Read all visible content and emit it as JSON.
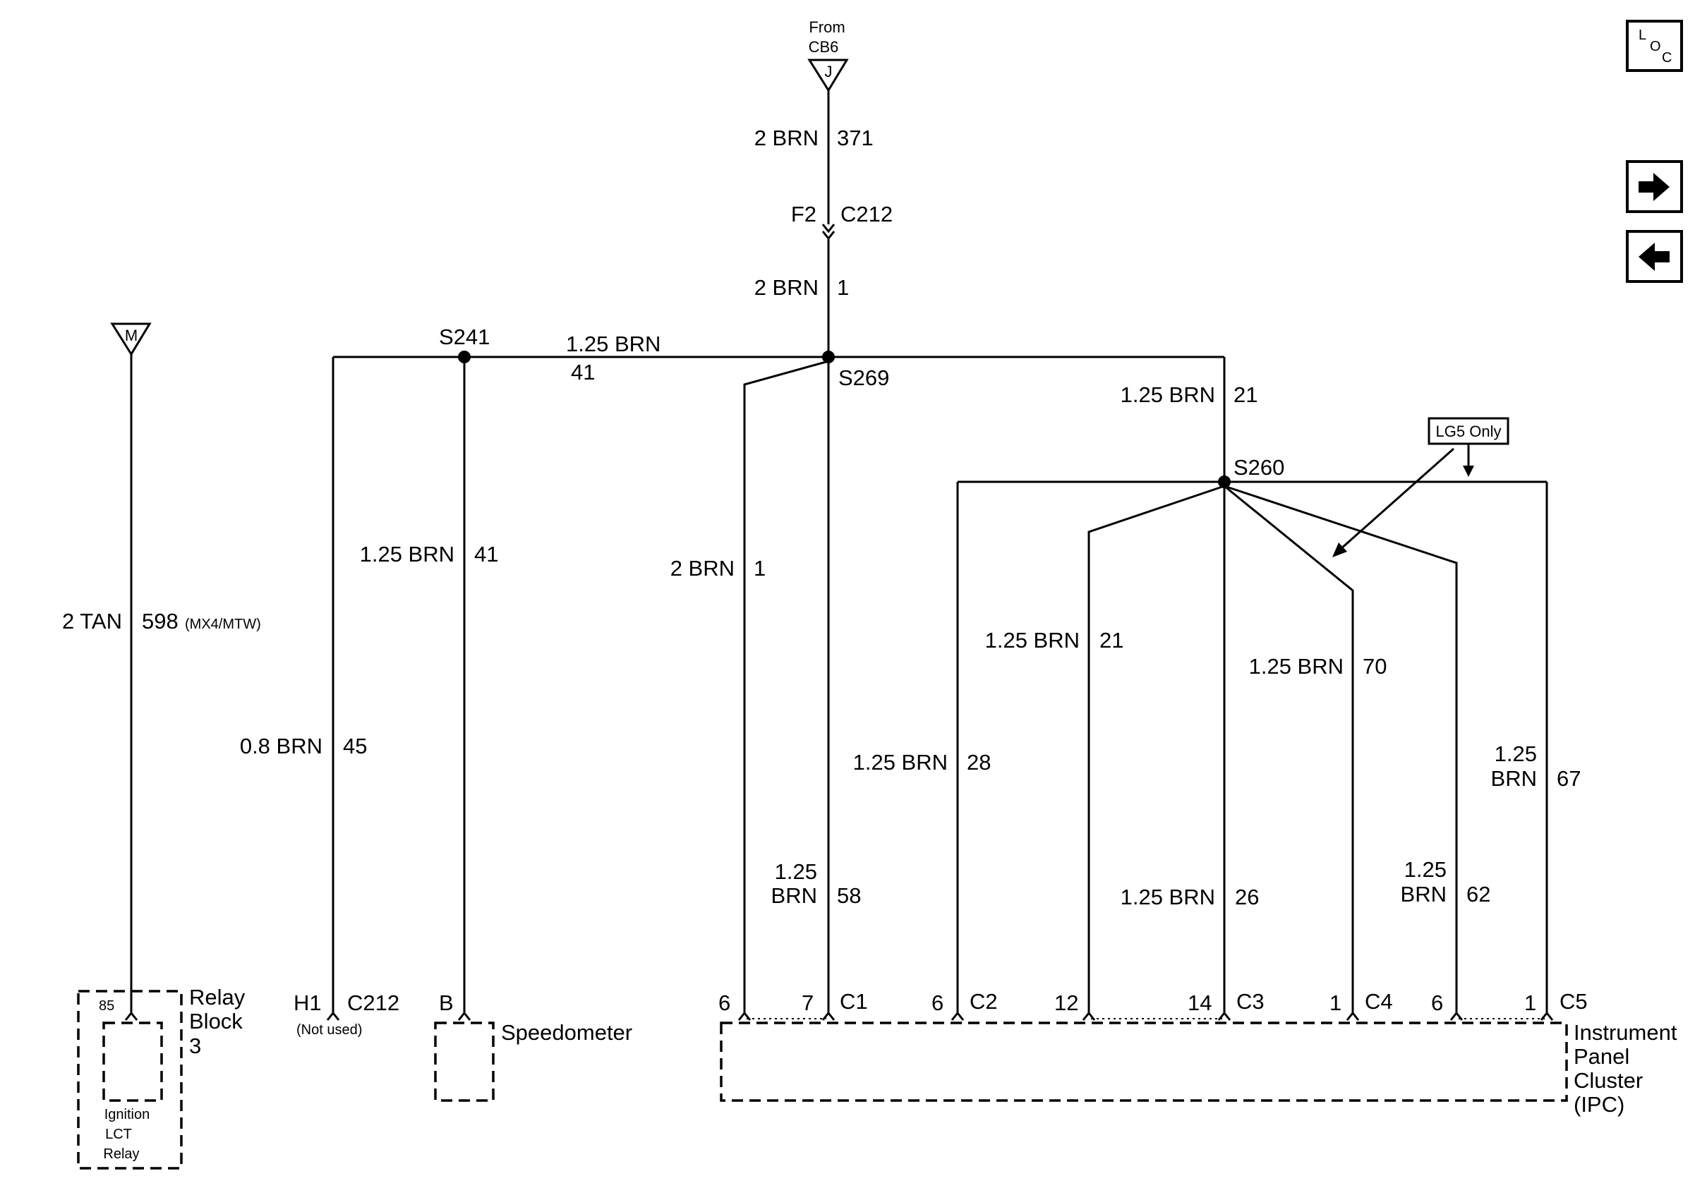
{
  "source": {
    "from": "From",
    "cb": "CB6",
    "letter": "J"
  },
  "feed": {
    "top_gauge": "2 BRN",
    "top_circuit": "371",
    "connector_pin": "F2",
    "connector": "C212",
    "mid_gauge": "2 BRN",
    "mid_circuit": "1"
  },
  "splices": {
    "s241": "S241",
    "s269": "S269",
    "s260": "S260"
  },
  "bus": {
    "gauge": "1.25 BRN",
    "circuit": "41"
  },
  "s269_s260": {
    "gauge": "1.25 BRN",
    "circuit": "21"
  },
  "note": {
    "lg5": "LG5 Only"
  },
  "tan": {
    "letter": "M",
    "gauge": "2 TAN",
    "circuit": "598",
    "option": "(MX4/MTW)"
  },
  "relay": {
    "pin": "85",
    "name_line1": "Relay",
    "name_line2": "Block",
    "name_line3": "3",
    "inner_line1": "Ignition",
    "inner_line2": "LCT",
    "inner_line3": "Relay"
  },
  "h1": {
    "gauge": "0.8 BRN",
    "circuit": "45",
    "pin": "H1",
    "connector": "C212",
    "note": "(Not used)"
  },
  "speedo": {
    "gauge": "1.25 BRN",
    "circuit": "41",
    "pin": "B",
    "name": "Speedometer"
  },
  "c1_6": {
    "gauge": "2 BRN",
    "circuit": "1",
    "pin": "6"
  },
  "c1_7": {
    "gauge_line1": "1.25",
    "gauge_line2": "BRN",
    "circuit": "58",
    "pin": "7",
    "connector": "C1"
  },
  "c2": {
    "gauge": "1.25 BRN",
    "circuit": "28",
    "pin": "6",
    "connector": "C2"
  },
  "c3_12": {
    "gauge": "1.25 BRN",
    "circuit": "21",
    "pin": "12"
  },
  "c3_14": {
    "gauge": "1.25 BRN",
    "circuit": "26",
    "pin": "14",
    "connector": "C3"
  },
  "c4": {
    "gauge": "1.25 BRN",
    "circuit": "70",
    "pin": "1",
    "connector": "C4"
  },
  "c5_6": {
    "gauge_line1": "1.25",
    "gauge_line2": "BRN",
    "circuit": "62",
    "pin": "6"
  },
  "c5_1": {
    "gauge_line1": "1.25",
    "gauge_line2": "BRN",
    "circuit": "67",
    "pin": "1",
    "connector": "C5"
  },
  "ipc": {
    "line1": "Instrument",
    "line2": "Panel",
    "line3": "Cluster",
    "line4": "(IPC)"
  },
  "loc": {
    "l": "L",
    "o": "O",
    "c": "C"
  },
  "nav": {
    "forward_icon": "arrow-right-icon",
    "back_icon": "arrow-left-icon"
  }
}
